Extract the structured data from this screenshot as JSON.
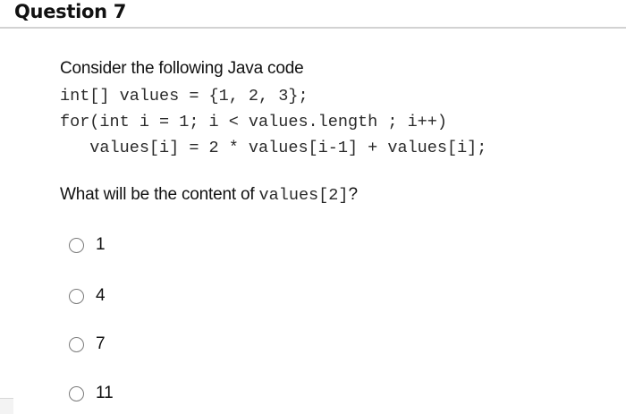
{
  "header": {
    "title": "Question 7"
  },
  "question": {
    "intro": "Consider the following Java code",
    "code_lines": [
      "int[] values = {1, 2, 3};",
      "for(int i = 1; i < values.length ; i++)",
      "   values[i] = 2 * values[i-1] + values[i];"
    ],
    "prompt_prefix": "What will be the content of ",
    "prompt_code": "values[2]",
    "prompt_suffix": "?"
  },
  "options": [
    {
      "label": "1",
      "selected": false
    },
    {
      "label": "4",
      "selected": false
    },
    {
      "label": "7",
      "selected": false
    },
    {
      "label": "11",
      "selected": false
    }
  ],
  "colors": {
    "divider": "#d2d2d2",
    "radio_border": "#7a7a7a",
    "text": "#111111"
  }
}
